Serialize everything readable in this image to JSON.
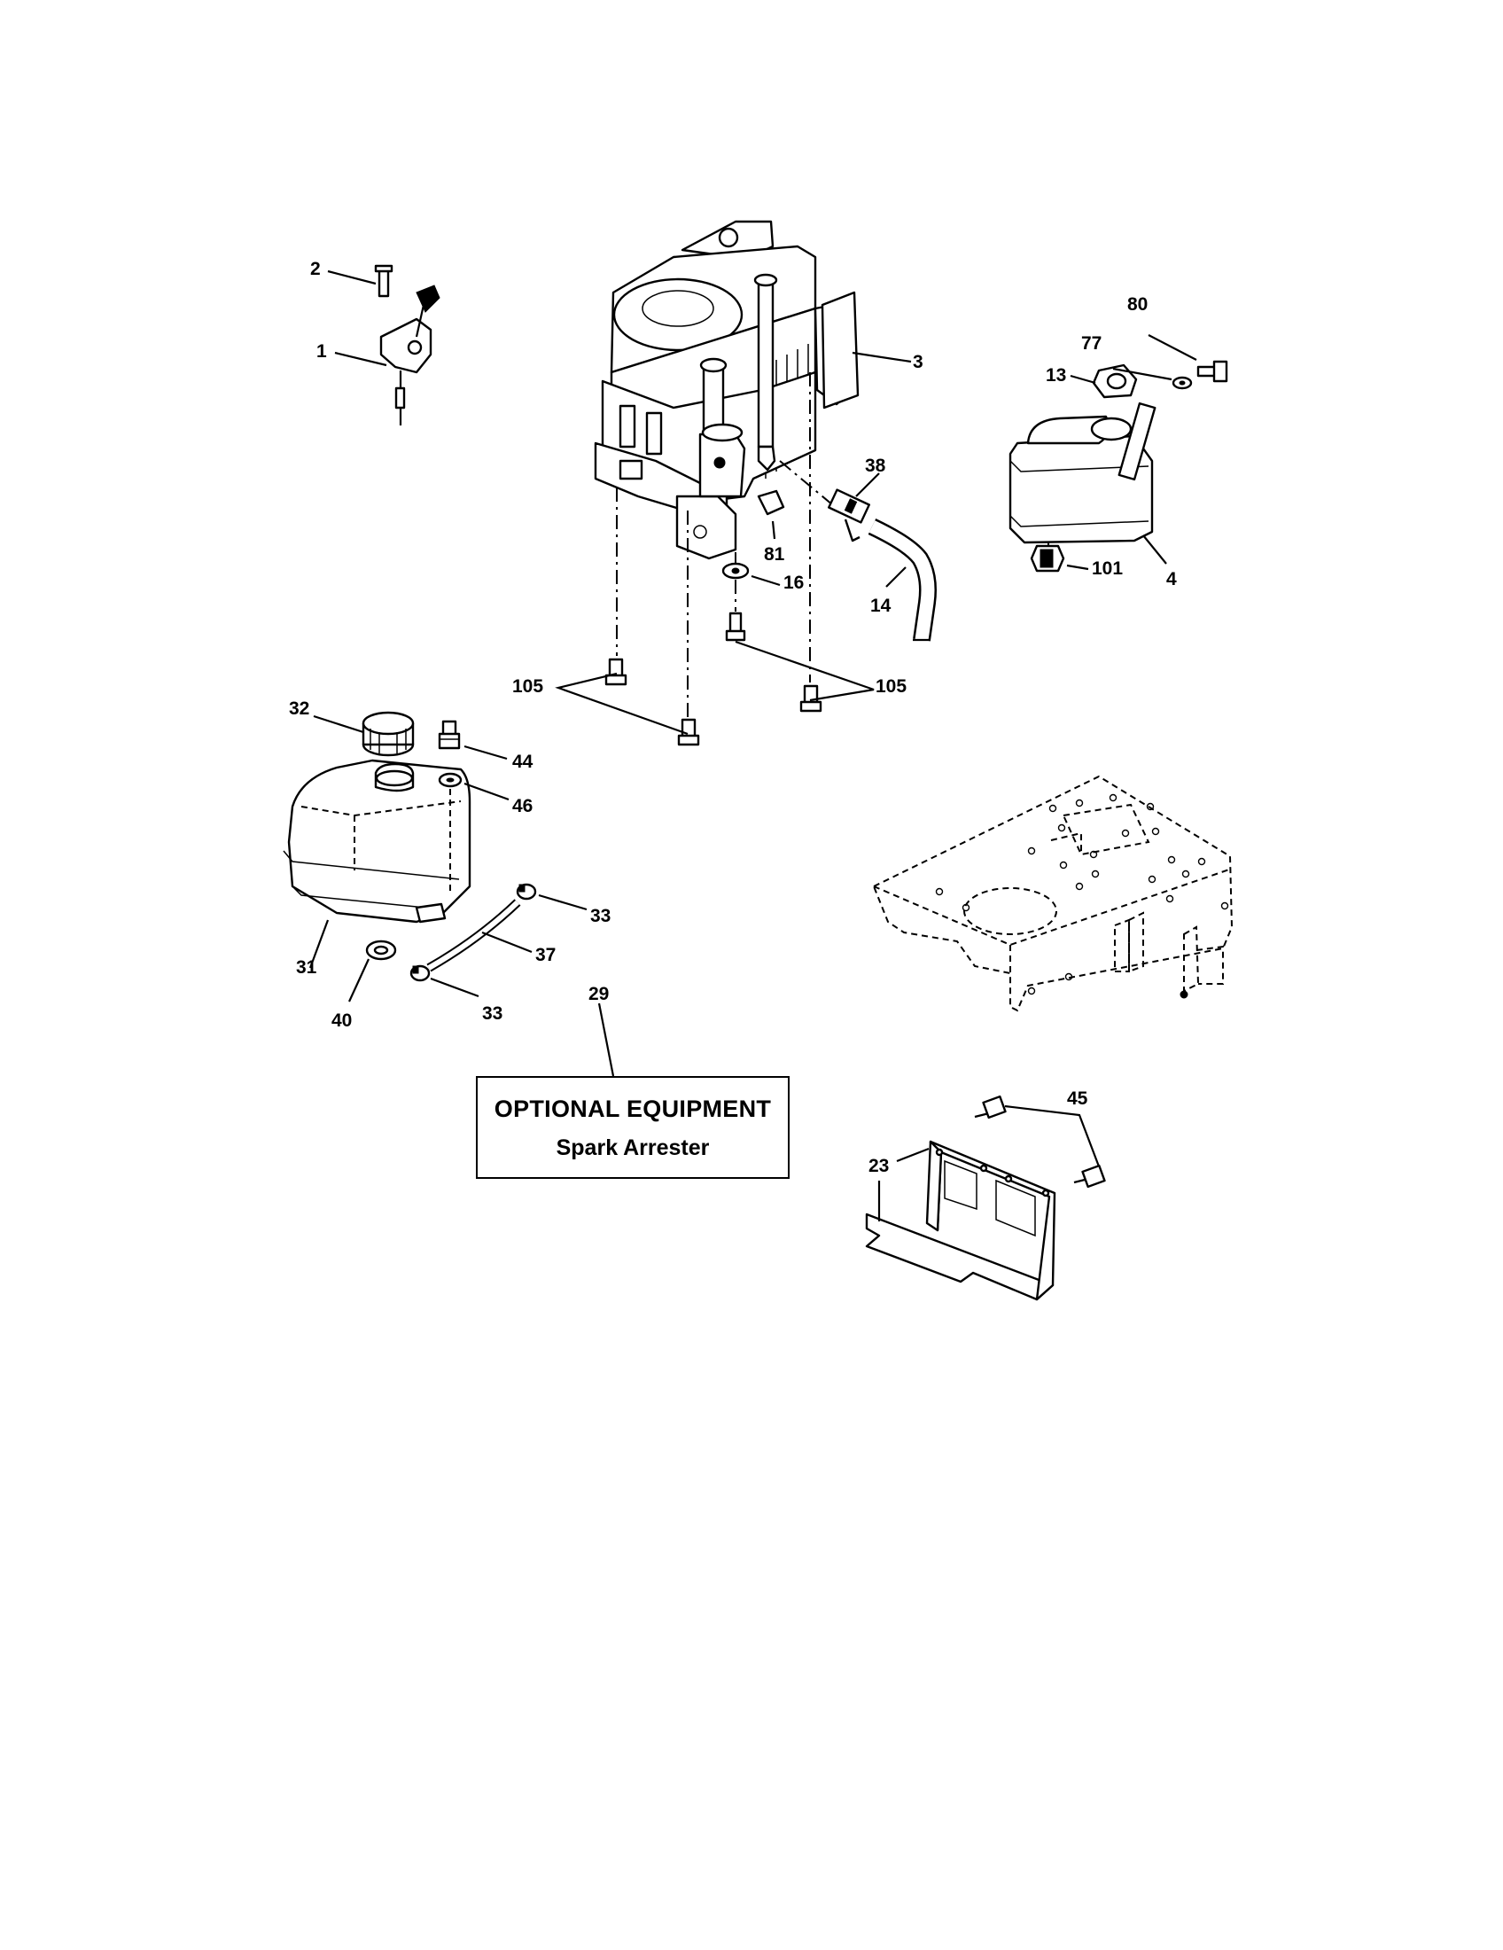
{
  "callouts": {
    "c1": "1",
    "c2": "2",
    "c3": "3",
    "c4": "4",
    "c13": "13",
    "c14": "14",
    "c16": "16",
    "c23": "23",
    "c29": "29",
    "c31": "31",
    "c32": "32",
    "c33a": "33",
    "c33b": "33",
    "c37": "37",
    "c38": "38",
    "c40": "40",
    "c44": "44",
    "c45": "45",
    "c46": "46",
    "c77": "77",
    "c80": "80",
    "c81": "81",
    "c101": "101",
    "c105a": "105",
    "c105b": "105"
  },
  "optional_box": {
    "title": "OPTIONAL EQUIPMENT",
    "subtitle": "Spark Arrester"
  }
}
